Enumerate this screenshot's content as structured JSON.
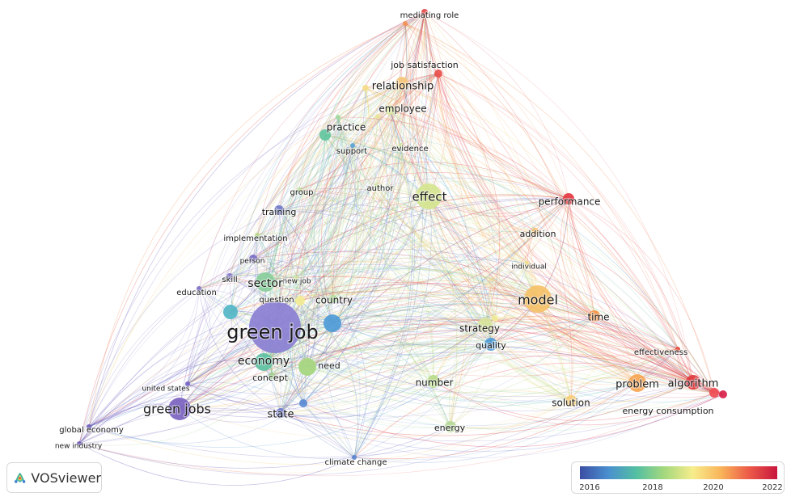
{
  "nodes": [
    {
      "label": "mediating role",
      "color": "#e54848"
    },
    {
      "label": "job satisfaction",
      "color": "#e8514b"
    },
    {
      "label": "relationship",
      "color": "#f6c57a"
    },
    {
      "label": "employee",
      "color": "#d7e79a"
    },
    {
      "label": "practice",
      "color": "#63c6a0"
    },
    {
      "label": "support",
      "color": "#5aa5d2"
    },
    {
      "label": "evidence",
      "color": "#cfe39a"
    },
    {
      "label": "group",
      "color": "#b8dc92"
    },
    {
      "label": "author",
      "color": "#c6df95"
    },
    {
      "label": "effect",
      "color": "#d4e58f"
    },
    {
      "label": "performance",
      "color": "#e4373f"
    },
    {
      "label": "training",
      "color": "#6f79c8"
    },
    {
      "label": "addition",
      "color": "#f7b860"
    },
    {
      "label": "implementation",
      "color": "#b5d98a"
    },
    {
      "label": "individual",
      "color": "#efdc86"
    },
    {
      "label": "person",
      "color": "#7a6fc7"
    },
    {
      "label": "skill",
      "color": "#8075c9"
    },
    {
      "label": "new job",
      "color": "#cce39a"
    },
    {
      "label": "sector",
      "color": "#88cd9a"
    },
    {
      "label": "education",
      "color": "#7c72c5"
    },
    {
      "label": "question",
      "color": "#f2ec94"
    },
    {
      "label": "country",
      "color": "#a7d98f"
    },
    {
      "label": "model",
      "color": "#f5c168"
    },
    {
      "label": "green job",
      "color": "#8a7fd3"
    },
    {
      "label": "strategy",
      "color": "#d8e59b"
    },
    {
      "label": "time",
      "color": "#f0913f"
    },
    {
      "label": "quality",
      "color": "#4f9bd6"
    },
    {
      "label": "economy",
      "color": "#5cbf9f"
    },
    {
      "label": "effectiveness",
      "color": "#e64a3f"
    },
    {
      "label": "need",
      "color": "#a5d67e"
    },
    {
      "label": "concept",
      "color": "#9ed08b"
    },
    {
      "label": "united states",
      "color": "#7663c2"
    },
    {
      "label": "number",
      "color": "#b9dc8a"
    },
    {
      "label": "problem",
      "color": "#f6a552"
    },
    {
      "label": "algorithm",
      "color": "#e03a3f"
    },
    {
      "label": "green jobs",
      "color": "#7b63c0"
    },
    {
      "label": "solution",
      "color": "#f7cc7a"
    },
    {
      "label": "state",
      "color": "#6e78cc"
    },
    {
      "label": "energy consumption",
      "color": "#ef4b52"
    },
    {
      "label": "global economy",
      "color": "#6e5cbc"
    },
    {
      "label": "energy",
      "color": "#b7d898"
    },
    {
      "label": "new industry",
      "color": "#6b5ab8"
    },
    {
      "label": "climate change",
      "color": "#5a84cc"
    }
  ],
  "brand": {
    "name": "VOSviewer"
  },
  "legend": {
    "ticks": [
      "2016",
      "2018",
      "2020",
      "2022"
    ],
    "gradient": [
      "#3b4ea3",
      "#4a8fcf",
      "#53bfa2",
      "#a5d87d",
      "#f7ed8c",
      "#f9b45a",
      "#ec5a48",
      "#c8153e"
    ]
  }
}
